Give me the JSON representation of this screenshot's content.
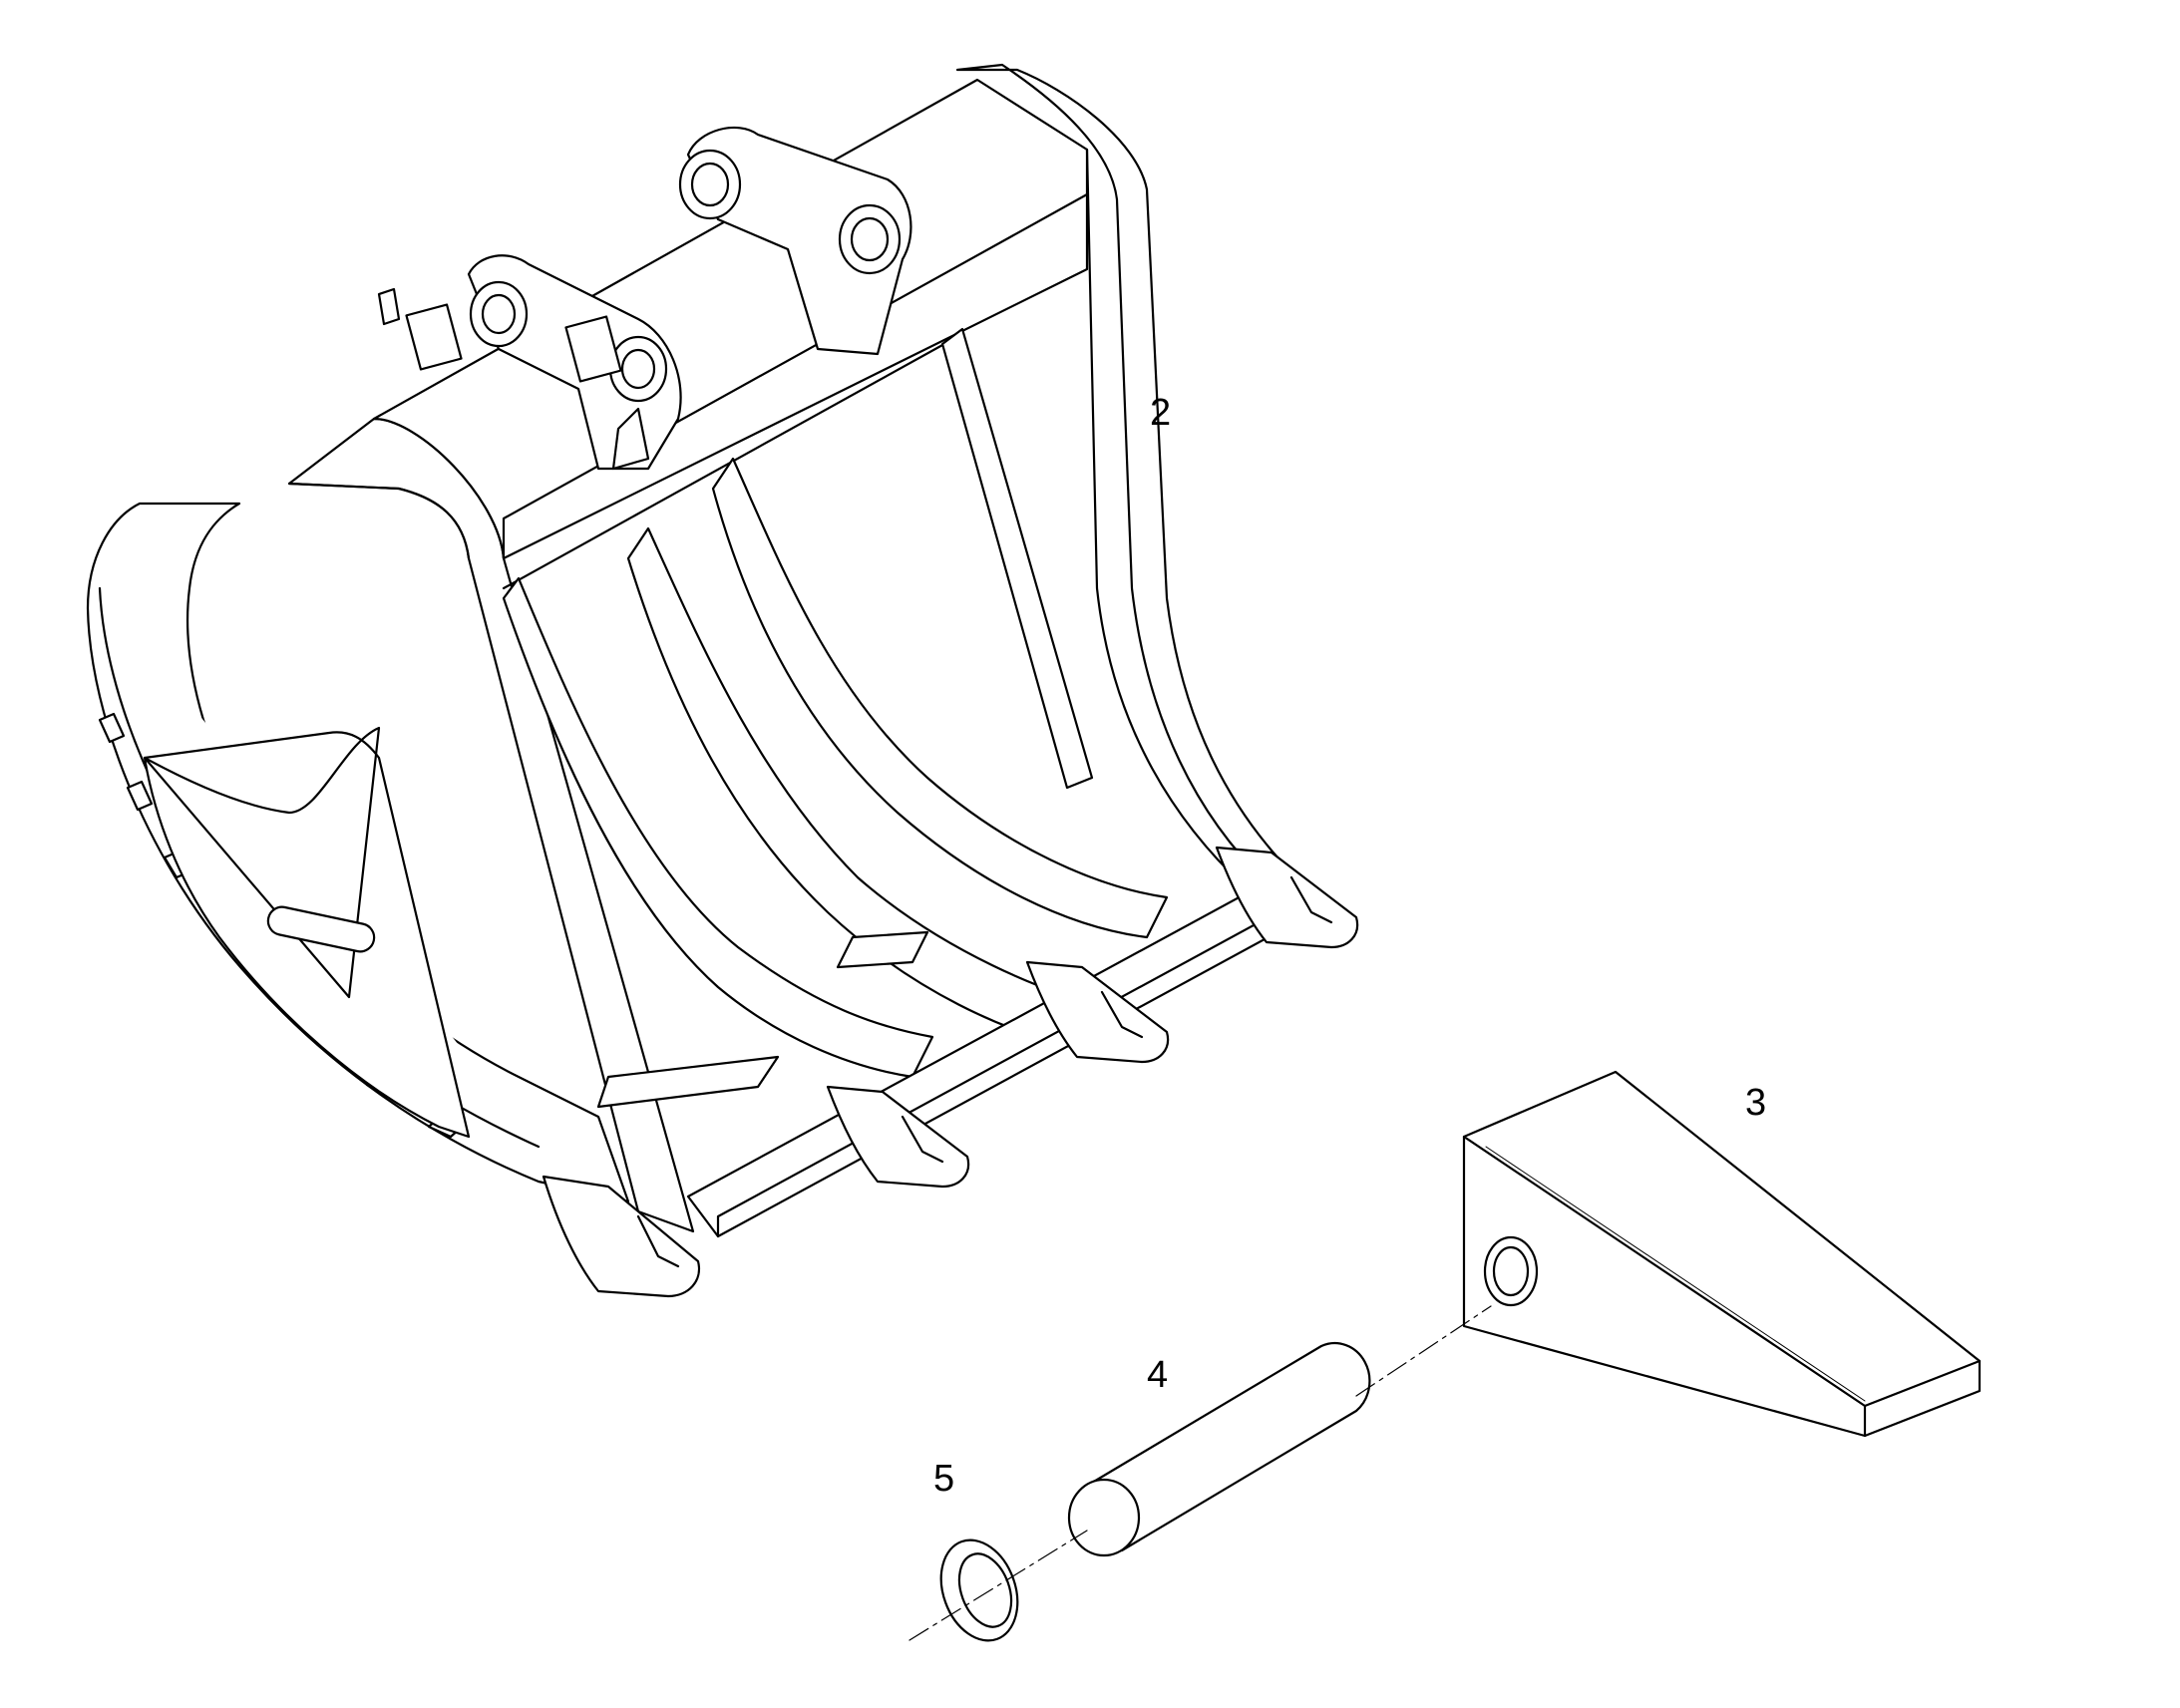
{
  "diagram": {
    "style": {
      "line_color": "#000000",
      "background": "#ffffff"
    },
    "callouts": [
      {
        "id": "2",
        "label": "2",
        "part": "bucket"
      },
      {
        "id": "3",
        "label": "3",
        "part": "tooth"
      },
      {
        "id": "4",
        "label": "4",
        "part": "pin"
      },
      {
        "id": "5",
        "label": "5",
        "part": "retainer-ring"
      }
    ]
  }
}
